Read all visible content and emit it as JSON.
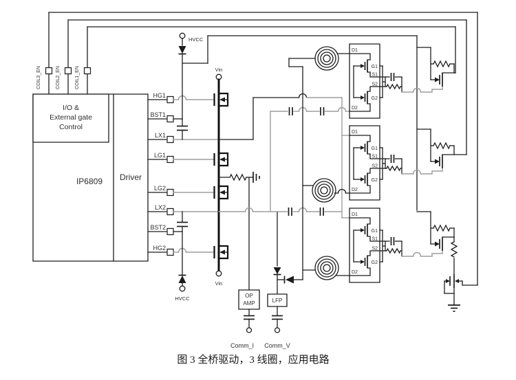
{
  "figure": {
    "caption": "图 3 全桥驱动，3 线圈，应用电路"
  },
  "ic": {
    "name": "IP6809",
    "driver_label": "Driver",
    "io_block": {
      "line1": "I/O &",
      "line2": "External gate",
      "line3": "Control"
    },
    "left_pins": {
      "coil3": "COIL3_EN",
      "coil2": "COIL2_EN",
      "coil1": "COIL1_EN"
    },
    "right_pins": {
      "hg1": "HG1",
      "bst1": "BST1",
      "lx1": "LX1",
      "lg1": "LG1",
      "lg2": "LG2",
      "lx2": "LX2",
      "bst2": "BST2",
      "hg2": "HG2"
    }
  },
  "power": {
    "hvcc_top": "HVCC",
    "vin_top": "Vin",
    "hvcc_bottom": "HVCC",
    "vin_bottom": "Vin"
  },
  "analog": {
    "opamp_line1": "OP",
    "opamp_line2": "AMP",
    "lfp": "LFP",
    "comm_i": "Comm_I",
    "comm_v": "Comm_V"
  },
  "switch_block_pins": {
    "d1": "D1",
    "g1": "G1",
    "s1": "S1",
    "s2": "S2",
    "g2": "G2",
    "d2": "D2"
  },
  "colors": {
    "wire": "#1c1c1c",
    "alt_wire": "#9e9e9e"
  }
}
